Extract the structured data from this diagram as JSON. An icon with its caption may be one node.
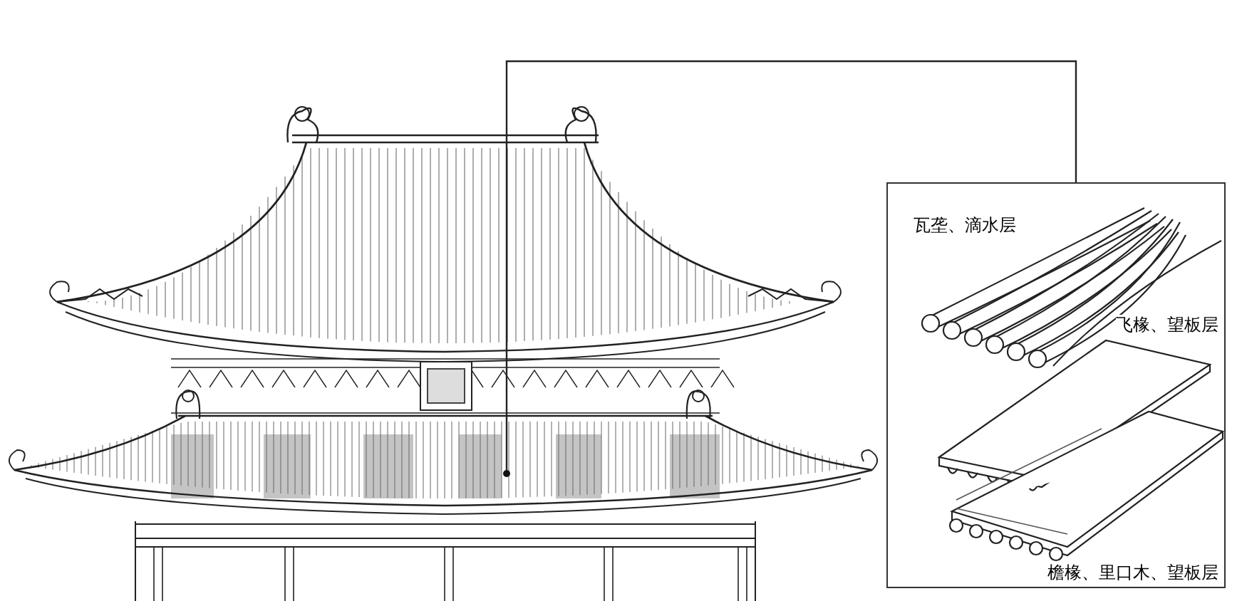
{
  "diagram": {
    "nodes": [
      {
        "text": [],
        "shape": "picture"
      },
      {
        "text": [],
        "shape": "circle",
        "in": 0
      },
      {
        "text": [
          "瓦垄、滴水层",
          "飞椽、望板层",
          "檐椽、里口木、望板层"
        ]
      }
    ],
    "edges": [
      {
        "from": 2,
        "to": 1,
        "arrow": "none"
      }
    ]
  }
}
